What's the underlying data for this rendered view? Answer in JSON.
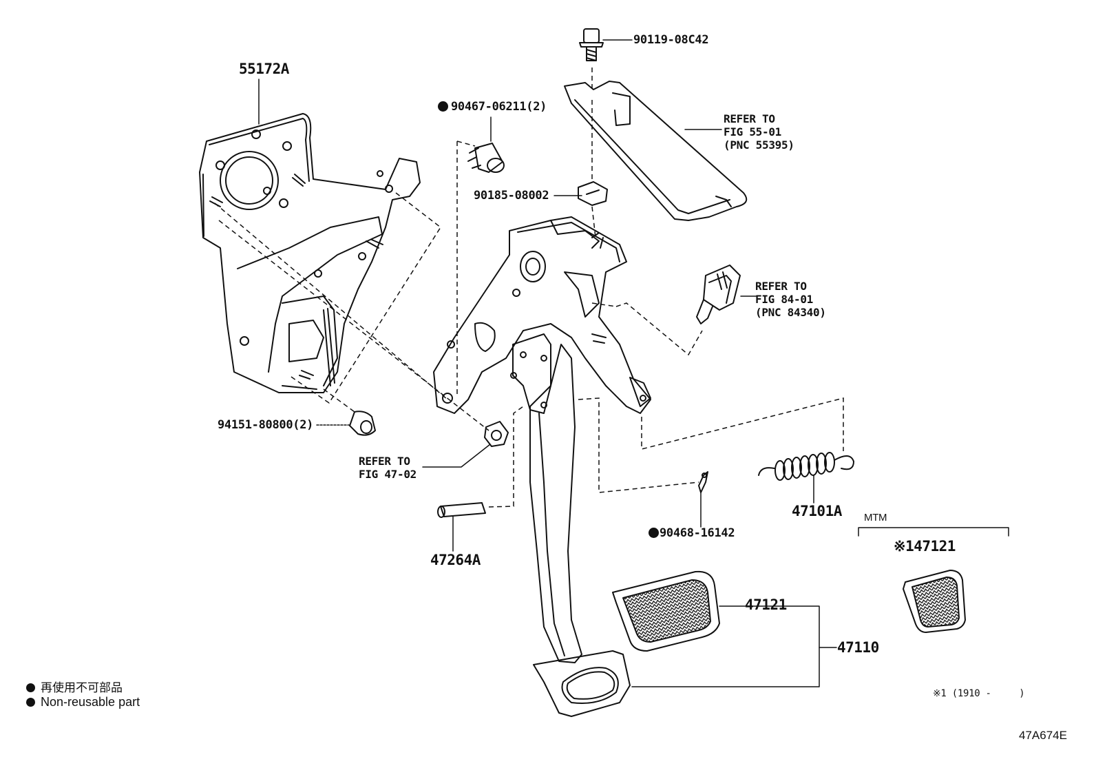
{
  "parts": {
    "p55172A": "55172A",
    "p90119": "90119-08C42",
    "p90467": "90467-06211(2)",
    "p90185": "90185-08002",
    "p94151": "94151-80800(2)",
    "p47264A": "47264A",
    "p90468": "90468-16142",
    "p47101A": "47101A",
    "p47121": "47121",
    "p47121_mtm": "※147121",
    "p47110": "47110"
  },
  "refs": {
    "fig55": "REFER TO\nFIG 55-01\n(PNC 55395)",
    "fig84": "REFER TO\nFIG 84-01\n(PNC 84340)",
    "fig47": "REFER TO\nFIG 47-02"
  },
  "mtm_label": "MTM",
  "footnote": "※1 (1910 -     )",
  "legend": {
    "jp": "再使用不可部品",
    "en": "Non-reusable part"
  },
  "diagram_code": "47A674E"
}
